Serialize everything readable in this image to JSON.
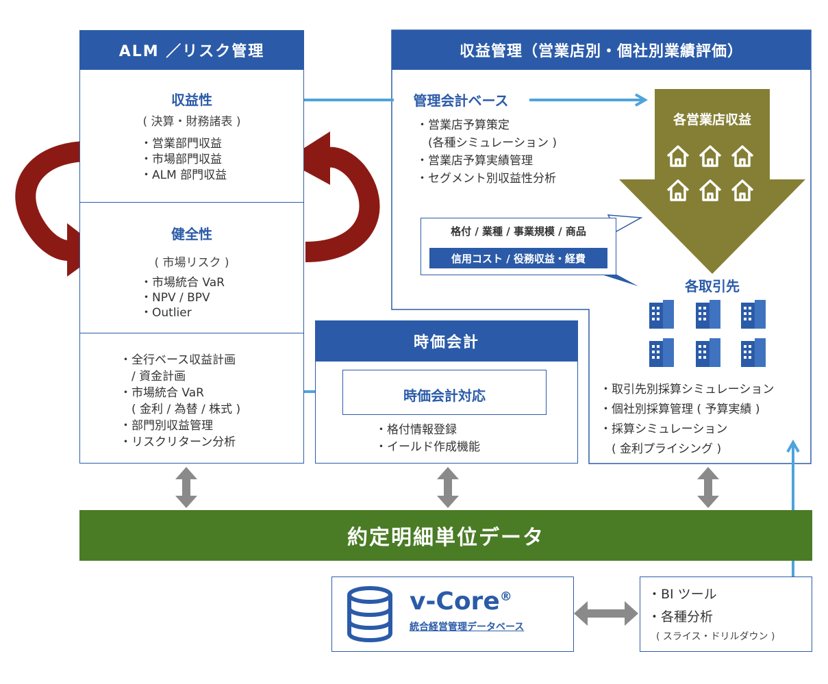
{
  "alm": {
    "header": "ALM ／リスク管理",
    "profitability": {
      "title": "収益性",
      "sub": "( 決算・財務諸表 )",
      "items": [
        "・営業部門収益",
        "・市場部門収益",
        "・ALM 部門収益"
      ]
    },
    "soundness": {
      "title": "健全性",
      "sub": "( 市場リスク )",
      "items": [
        "・市場統合 VaR",
        "・NPV / BPV",
        "・Outlier"
      ]
    },
    "planning": {
      "items": [
        "・全行ベース収益計画",
        "　/ 資金計画",
        "・市場統合 VaR",
        "　( 金利 / 為替 / 株式 )",
        "・部門別収益管理",
        "・リスクリターン分析"
      ]
    }
  },
  "profit_mgmt": {
    "header": "収益管理（営業店別・個社別業績評価）",
    "basis_label": "管理会計ベース",
    "items": [
      "・営業店予算策定",
      "　(各種シミュレーション )",
      "・営業店予算実績管理",
      "・セグメント別収益性分析"
    ],
    "branch_revenue": "各営業店収益",
    "callout_top": "格付 / 業種 / 事業規模 / 商品",
    "callout_bottom": "信用コスト / 役務収益・経費",
    "clients_title": "各取引先",
    "client_items": [
      "・取引先別採算シミュレーション",
      "・個社別採算管理 ( 予算実績 )",
      "・採算シミュレーション",
      "　( 金利プライシング )"
    ]
  },
  "mark_to_market": {
    "header": "時価会計",
    "box_title": "時価会計対応",
    "items": [
      "・格付情報登録",
      "・イールド作成機能"
    ]
  },
  "band": {
    "label": "約定明細単位データ"
  },
  "vcore": {
    "name": "v-Core",
    "reg": "®",
    "subtitle": "統合経営管理データベース"
  },
  "bi": {
    "items": [
      "・BI ツール",
      "・各種分析"
    ],
    "note": "( スライス・ドリルダウン )"
  },
  "colors": {
    "blue": "#2b5ba8",
    "light_blue": "#4fa3db",
    "dark_red": "#8c1a14",
    "olive": "#857f35",
    "green": "#4a7b25",
    "gray": "#8a8a8a"
  }
}
